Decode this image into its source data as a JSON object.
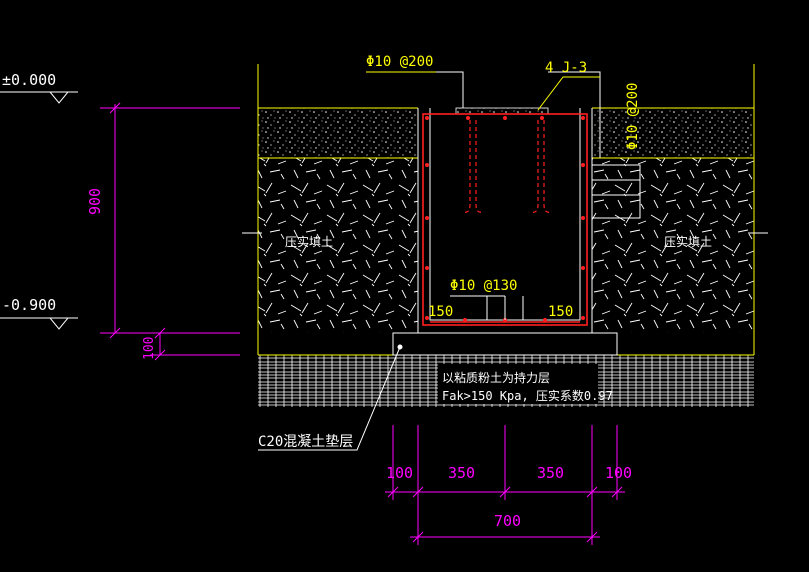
{
  "colors": {
    "background": "#000000",
    "structure": "#ffffff",
    "outline": "#ffff00",
    "rebar": "#ff2020",
    "dimension": "#ff00ff",
    "label_text": "#ffffff",
    "rebar_text": "#ffff00"
  },
  "levels": {
    "top": "±0.000",
    "bottom": "-0.900"
  },
  "left_dims": {
    "depth": "900",
    "cushion": "100"
  },
  "rebar_labels": {
    "top_bar": "Φ10 @200",
    "side_bar": "Φ10 @200",
    "bottom_bar": "Φ10 @130",
    "cover_left": "150",
    "cover_right": "150"
  },
  "cover_plate": "4 J-3",
  "soil_labels": {
    "left": "压实填土",
    "right": "压实填土"
  },
  "foundation_notes": {
    "line1": "以粘质粉土为持力层",
    "line2": "Fak>150 Kpa, 压实系数0.97"
  },
  "cushion_label": "C20混凝土垫层",
  "bottom_dims": {
    "segments": [
      "100",
      "350",
      "350",
      "100"
    ],
    "total": "700"
  }
}
